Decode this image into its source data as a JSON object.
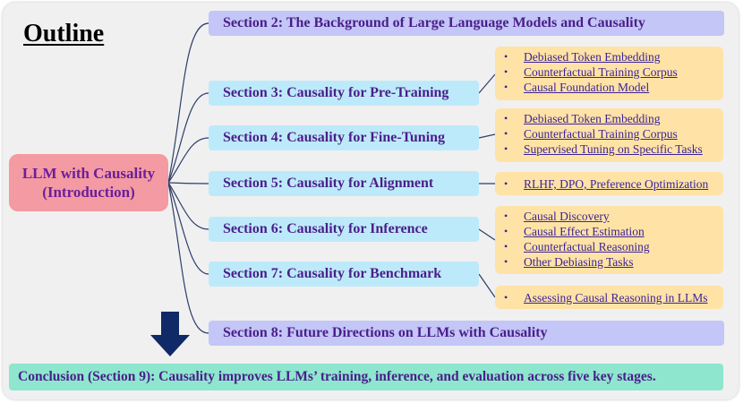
{
  "title": "Outline",
  "root": {
    "line1": "LLM with Causality",
    "line2": "(Introduction)"
  },
  "sections": [
    {
      "label": "Section 2: The Background of Large Language Models and Causality"
    },
    {
      "label": "Section 3: Causality for Pre-Training"
    },
    {
      "label": "Section 4: Causality for Fine-Tuning"
    },
    {
      "label": "Section 5: Causality for Alignment"
    },
    {
      "label": "Section 6: Causality for Inference"
    },
    {
      "label": "Section 7: Causality for Benchmark"
    },
    {
      "label": "Section 8: Future Directions on LLMs with Causality"
    }
  ],
  "details": {
    "pretraining": [
      "Debiased Token Embedding",
      "Counterfactual Training Corpus",
      "Causal Foundation Model"
    ],
    "finetuning": [
      "Debiased Token Embedding",
      "Counterfactual Training Corpus",
      "Supervised Tuning on Specific Tasks"
    ],
    "alignment": [
      "RLHF, DPO, Preference Optimization"
    ],
    "inference": [
      "Causal Discovery",
      "Causal Effect Estimation",
      "Counterfactual Reasoning",
      "Other Debiasing Tasks"
    ],
    "benchmark": [
      "Assessing Causal Reasoning in LLMs"
    ]
  },
  "conclusion": "Conclusion (Section 9): Causality improves LLMs’ training, inference, and evaluation across five key stages.",
  "colors": {
    "root": "#f49aa2",
    "section_purple": "#c3c6f6",
    "section_cyan": "#bdeafa",
    "detail": "#ffe3a6",
    "conclusion": "#8ee6cf",
    "text": "#4a1e8a",
    "arrow": "#0f2a66"
  }
}
